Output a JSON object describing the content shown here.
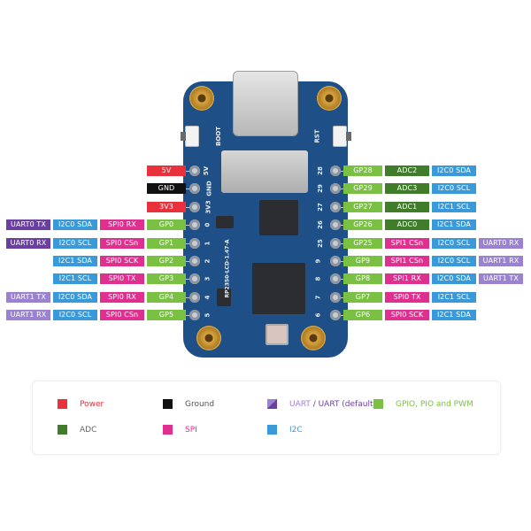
{
  "board": {
    "name": "RP2350-LCD-1.47-A",
    "top_labels": [
      "BOOT",
      "RST"
    ],
    "left_silk": [
      "5V",
      "GND",
      "3V3",
      "0",
      "1",
      "2",
      "3",
      "4",
      "5"
    ],
    "right_silk": [
      "28",
      "29",
      "27",
      "26",
      "25",
      "9",
      "8",
      "7",
      "6"
    ]
  },
  "left_pins": [
    {
      "pin": {
        "text": "5V",
        "type": "power"
      },
      "funcs": []
    },
    {
      "pin": {
        "text": "GND",
        "type": "ground"
      },
      "funcs": []
    },
    {
      "pin": {
        "text": "3V3",
        "type": "power"
      },
      "funcs": []
    },
    {
      "pin": {
        "text": "GP0",
        "type": "gpio"
      },
      "funcs": [
        {
          "text": "SPI0 RX",
          "type": "spi"
        },
        {
          "text": "I2C0 SDA",
          "type": "i2c"
        },
        {
          "text": "UART0 TX",
          "type": "uart_default"
        }
      ]
    },
    {
      "pin": {
        "text": "GP1",
        "type": "gpio"
      },
      "funcs": [
        {
          "text": "SPI0 CSn",
          "type": "spi"
        },
        {
          "text": "I2C0 SCL",
          "type": "i2c"
        },
        {
          "text": "UART0 RX",
          "type": "uart_default"
        }
      ]
    },
    {
      "pin": {
        "text": "GP2",
        "type": "gpio"
      },
      "funcs": [
        {
          "text": "SPI0 SCK",
          "type": "spi"
        },
        {
          "text": "I2C1 SDA",
          "type": "i2c"
        }
      ]
    },
    {
      "pin": {
        "text": "GP3",
        "type": "gpio"
      },
      "funcs": [
        {
          "text": "SPI0 TX",
          "type": "spi"
        },
        {
          "text": "I2C1 SCL",
          "type": "i2c"
        }
      ]
    },
    {
      "pin": {
        "text": "GP4",
        "type": "gpio"
      },
      "funcs": [
        {
          "text": "SPI0 RX",
          "type": "spi"
        },
        {
          "text": "I2C0 SDA",
          "type": "i2c"
        },
        {
          "text": "UART1 TX",
          "type": "uart"
        }
      ]
    },
    {
      "pin": {
        "text": "GP5",
        "type": "gpio"
      },
      "funcs": [
        {
          "text": "SPI0 CSn",
          "type": "spi"
        },
        {
          "text": "I2C0 SCL",
          "type": "i2c"
        },
        {
          "text": "UART1 RX",
          "type": "uart"
        }
      ]
    }
  ],
  "right_pins": [
    {
      "pin": {
        "text": "GP28",
        "type": "gpio"
      },
      "funcs": [
        {
          "text": "ADC2",
          "type": "adc"
        },
        {
          "text": "I2C0 SDA",
          "type": "i2c"
        }
      ]
    },
    {
      "pin": {
        "text": "GP29",
        "type": "gpio"
      },
      "funcs": [
        {
          "text": "ADC3",
          "type": "adc"
        },
        {
          "text": "I2C0 SCL",
          "type": "i2c"
        }
      ]
    },
    {
      "pin": {
        "text": "GP27",
        "type": "gpio"
      },
      "funcs": [
        {
          "text": "ADC1",
          "type": "adc"
        },
        {
          "text": "I2C1 SCL",
          "type": "i2c"
        }
      ]
    },
    {
      "pin": {
        "text": "GP26",
        "type": "gpio"
      },
      "funcs": [
        {
          "text": "ADC0",
          "type": "adc"
        },
        {
          "text": "I2C1 SDA",
          "type": "i2c"
        }
      ]
    },
    {
      "pin": {
        "text": "GP25",
        "type": "gpio"
      },
      "funcs": [
        {
          "text": "SPI1 CSn",
          "type": "spi"
        },
        {
          "text": "I2C0 SCL",
          "type": "i2c"
        },
        {
          "text": "UART0 RX",
          "type": "uart"
        }
      ]
    },
    {
      "pin": {
        "text": "GP9",
        "type": "gpio"
      },
      "funcs": [
        {
          "text": "SPI1 CSn",
          "type": "spi"
        },
        {
          "text": "I2C0 SCL",
          "type": "i2c"
        },
        {
          "text": "UART1 RX",
          "type": "uart"
        }
      ]
    },
    {
      "pin": {
        "text": "GP8",
        "type": "gpio"
      },
      "funcs": [
        {
          "text": "SPI1 RX",
          "type": "spi"
        },
        {
          "text": "I2C0 SDA",
          "type": "i2c"
        },
        {
          "text": "UART1 TX",
          "type": "uart"
        }
      ]
    },
    {
      "pin": {
        "text": "GP7",
        "type": "gpio"
      },
      "funcs": [
        {
          "text": "SPI0 TX",
          "type": "spi"
        },
        {
          "text": "I2C1 SCL",
          "type": "i2c"
        }
      ]
    },
    {
      "pin": {
        "text": "GP6",
        "type": "gpio"
      },
      "funcs": [
        {
          "text": "SPI0 SCK",
          "type": "spi"
        },
        {
          "text": "I2C1 SDA",
          "type": "i2c"
        }
      ]
    }
  ],
  "legend": {
    "items": [
      {
        "label": "Power",
        "type": "power",
        "text_color": "#e8313b"
      },
      {
        "label": "Ground",
        "type": "ground",
        "text_color": "#555555"
      },
      {
        "label": "UART",
        "label2": " / UART (default)",
        "type": "uart",
        "text_color": "#9b82d1",
        "text_color2": "#6b3fa0"
      },
      {
        "label": "GPIO, PIO and PWM",
        "type": "gpio",
        "text_color": "#7ac143"
      },
      {
        "label": "ADC",
        "type": "adc",
        "text_color": "#666666"
      },
      {
        "label": "SPI",
        "type": "spi",
        "text_color": "#e0308f"
      },
      {
        "label": "I2C",
        "type": "i2c",
        "text_color": "#3a9ad9"
      }
    ]
  },
  "colors": {
    "power": "#e8313b",
    "ground": "#111111",
    "gpio": "#7ac143",
    "spi": "#e0308f",
    "i2c": "#3a9ad9",
    "uart_default": "#6b3fa0",
    "uart": "#9b82d1",
    "adc": "#3f7d2a",
    "pcb": "#1e4f86"
  }
}
